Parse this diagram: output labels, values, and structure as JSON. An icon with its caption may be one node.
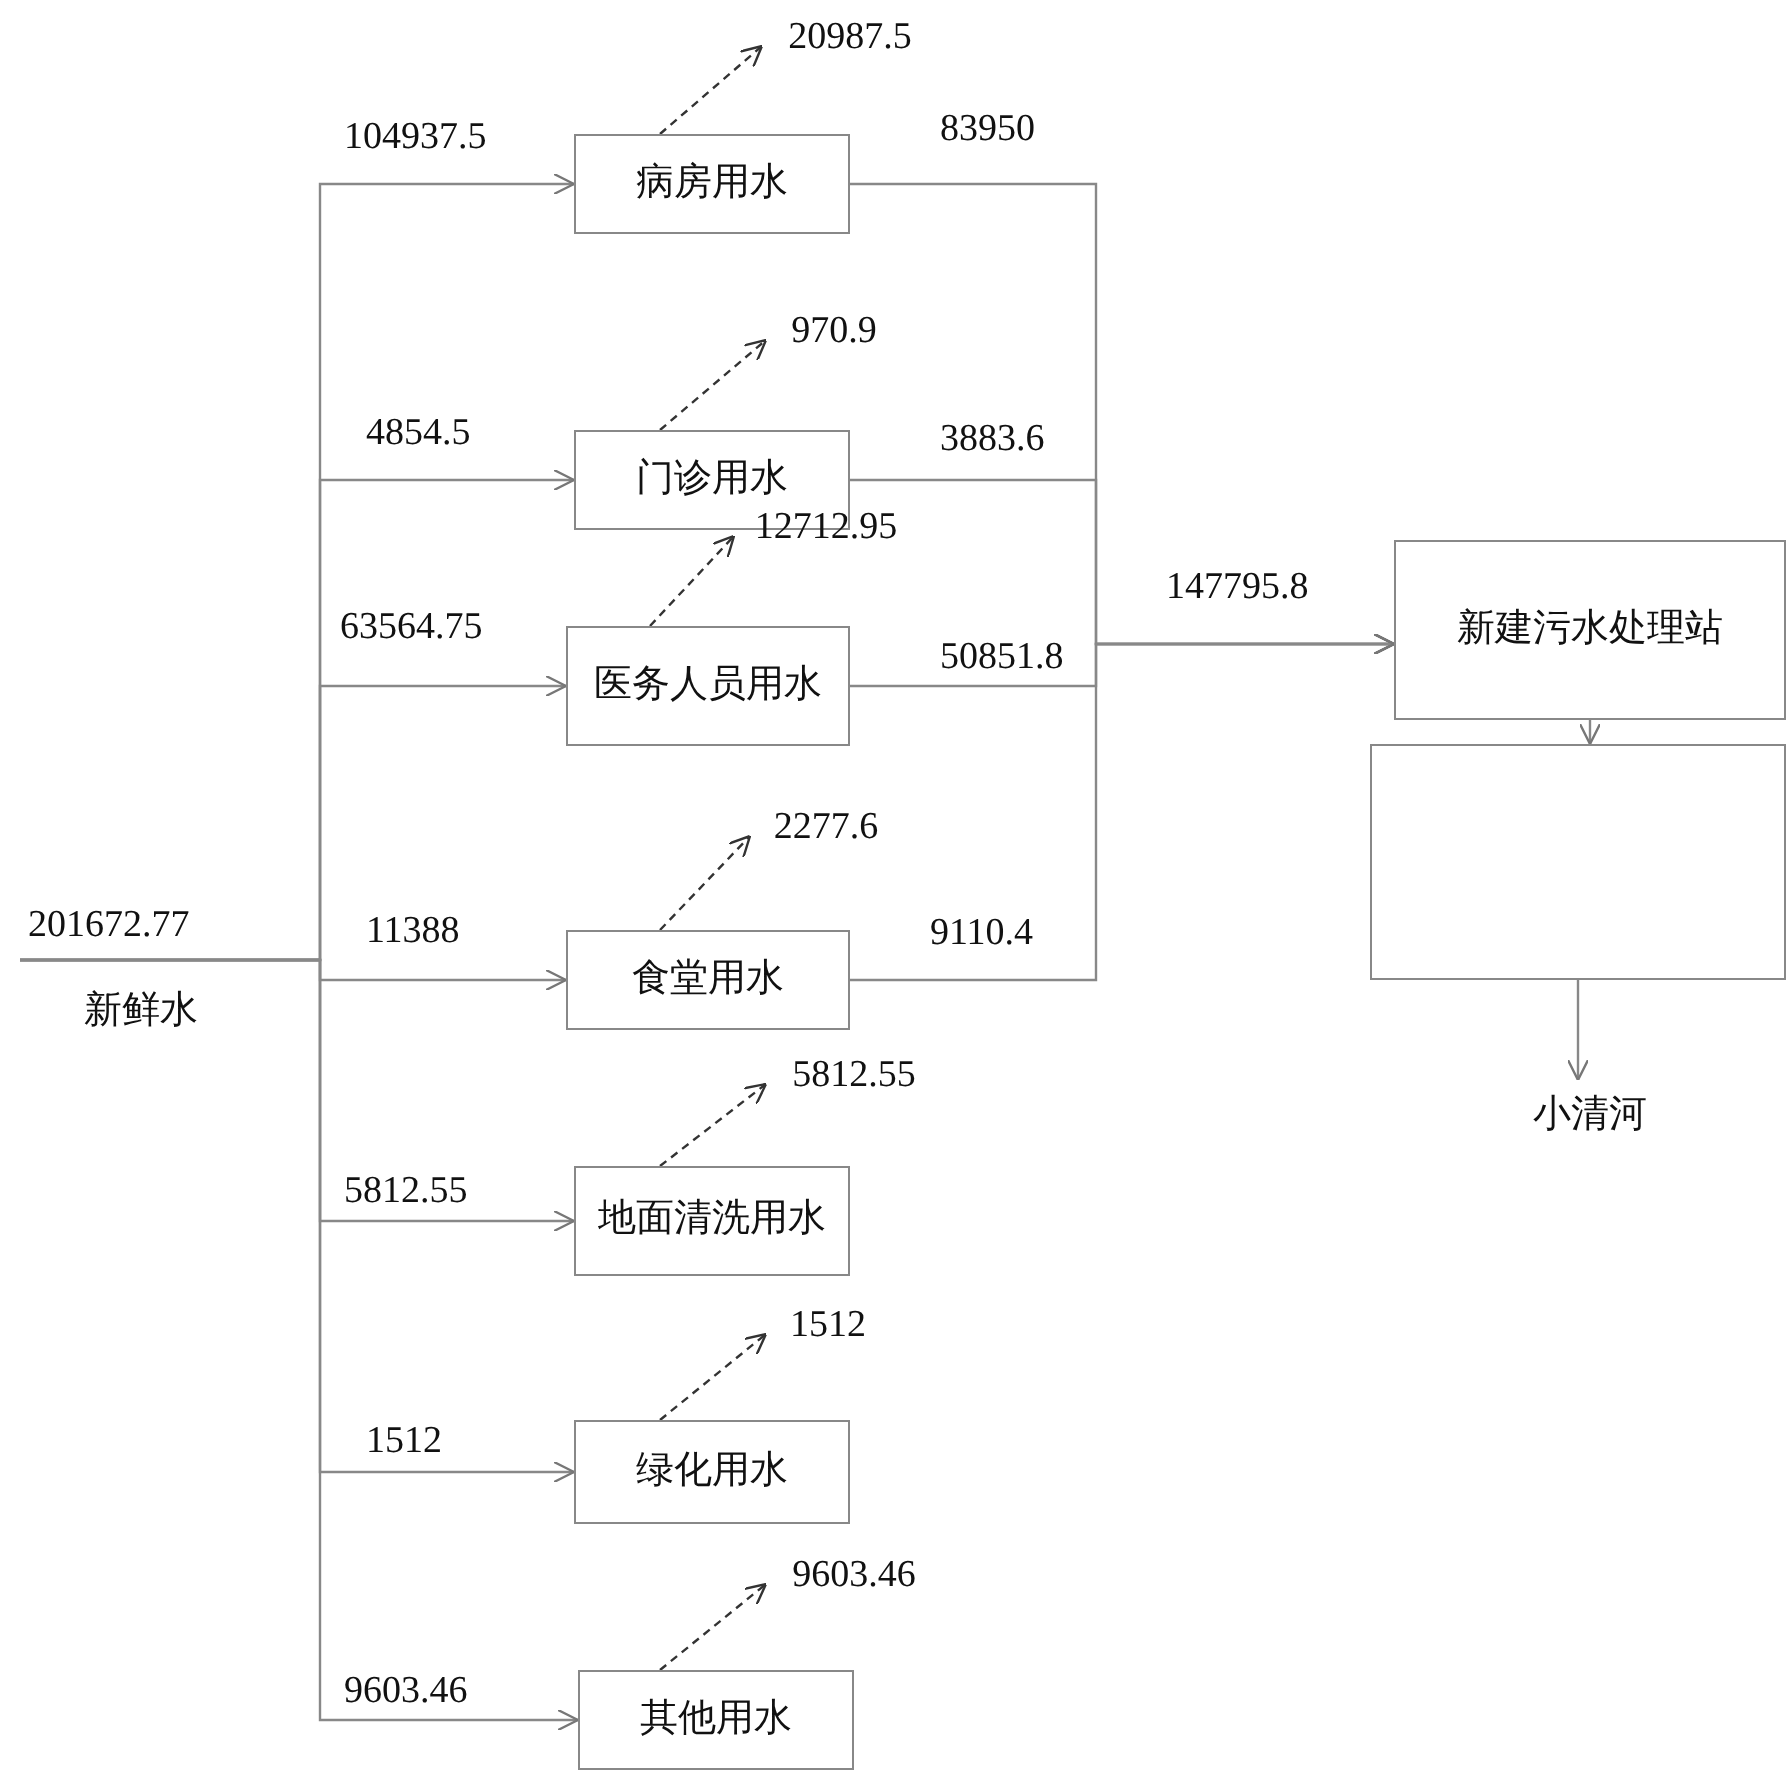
{
  "diagram": {
    "nodes": [
      {
        "text": [
          "病房用水"
        ]
      },
      {
        "text": [
          "门诊用水"
        ]
      },
      {
        "text": [
          "医务人员用水"
        ]
      },
      {
        "text": [
          "食堂用水"
        ]
      },
      {
        "text": [
          "地面清洗用水"
        ]
      },
      {
        "text": [
          "绿化用水"
        ]
      },
      {
        "text": [
          "其他用水"
        ]
      },
      {
        "text": [
          "新建污水处理站"
        ]
      },
      {
        "text": [],
        "shape": "box"
      },
      {
        "text": [
          "小清河"
        ]
      },
      {
        "text": [
          "20987.5"
        ]
      },
      {
        "text": [
          "970.9"
        ]
      },
      {
        "text": [
          "12712.95"
        ]
      },
      {
        "text": [
          "2277.6"
        ]
      },
      {
        "text": [
          "5812.55"
        ]
      },
      {
        "text": [
          "1512"
        ]
      },
      {
        "text": [
          "9603.46"
        ]
      }
    ],
    "edges": [
      {
        "from": null,
        "to": 0,
        "arrow": "to",
        "label": "104937.5"
      },
      {
        "from": null,
        "to": 1,
        "arrow": "to",
        "label": "4854.5"
      },
      {
        "from": null,
        "to": 2,
        "arrow": "to",
        "label": "63564.75"
      },
      {
        "from": null,
        "to": 3,
        "arrow": "to",
        "label": "11388"
      },
      {
        "from": null,
        "to": 4,
        "arrow": "to",
        "label": "5812.55"
      },
      {
        "from": null,
        "to": 5,
        "arrow": "to",
        "label": "1512"
      },
      {
        "from": null,
        "to": 6,
        "arrow": "to",
        "label": "9603.46"
      },
      {
        "from": 0,
        "to": 10,
        "arrow": "to",
        "style": "dashed"
      },
      {
        "from": 1,
        "to": 11,
        "arrow": "to",
        "style": "dashed"
      },
      {
        "from": 2,
        "to": 12,
        "arrow": "to",
        "style": "dashed"
      },
      {
        "from": 3,
        "to": 13,
        "arrow": "to",
        "style": "dashed"
      },
      {
        "from": 4,
        "to": 14,
        "arrow": "to",
        "style": "dashed"
      },
      {
        "from": 5,
        "to": 15,
        "arrow": "to",
        "style": "dashed"
      },
      {
        "from": 6,
        "to": 16,
        "arrow": "to",
        "style": "dashed"
      },
      {
        "from": 0,
        "to": 7,
        "arrow": "to",
        "label": "83950"
      },
      {
        "from": 1,
        "to": 7,
        "arrow": "to",
        "label": "3883.6"
      },
      {
        "from": 2,
        "to": 7,
        "arrow": "to",
        "label": "50851.8"
      },
      {
        "from": 3,
        "to": 7,
        "arrow": "to",
        "label": "9110.4"
      },
      {
        "from": 7,
        "to": 8,
        "arrow": "to"
      },
      {
        "from": 8,
        "to": 9,
        "arrow": "to"
      }
    ],
    "labels": [
      "201672.77",
      "新鲜水",
      "147795.8"
    ]
  }
}
